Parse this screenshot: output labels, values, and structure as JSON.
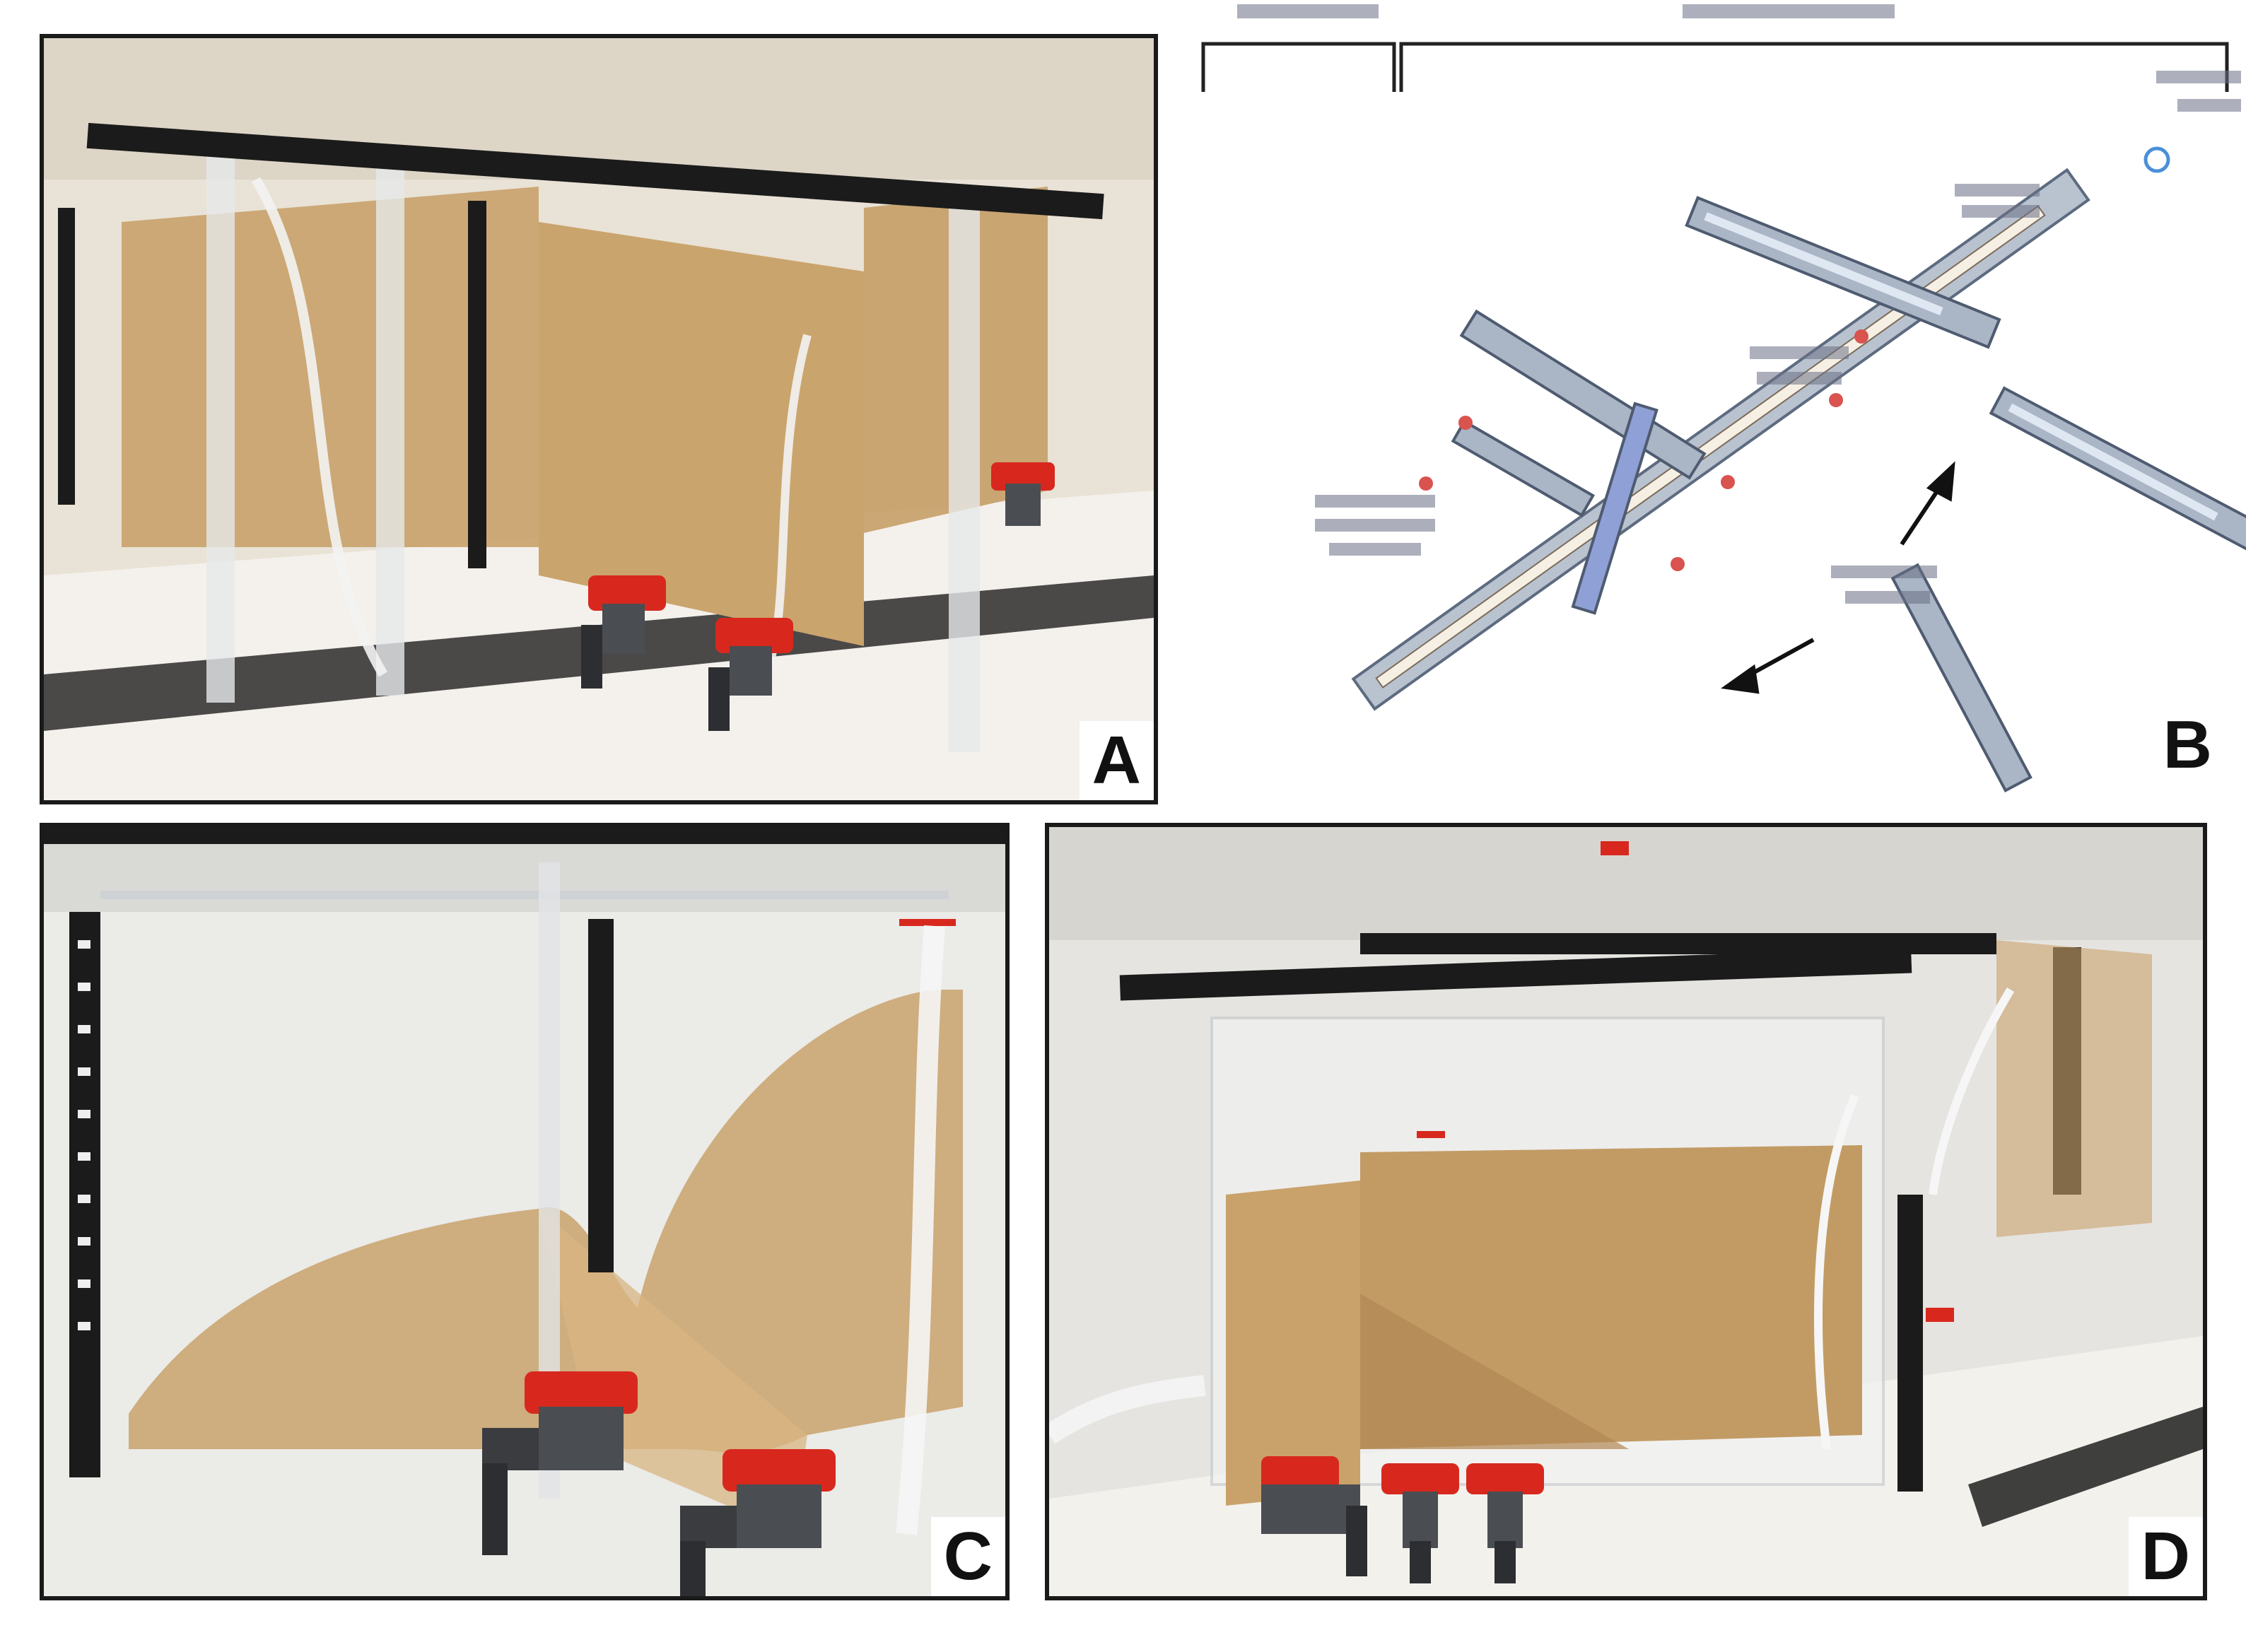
{
  "panels": {
    "a": {
      "letter": "A"
    },
    "b": {
      "letter": "B"
    },
    "c": {
      "letter": "C"
    },
    "d": {
      "letter": "D"
    }
  },
  "colors": {
    "sand": "#c9a26b",
    "valve_red": "#d8281e",
    "valve_gray": "#4a4d52",
    "acrylic": "#e6e8ea",
    "ruler_black": "#1b1b1b",
    "fracture_blue": "#8ea3bf"
  }
}
